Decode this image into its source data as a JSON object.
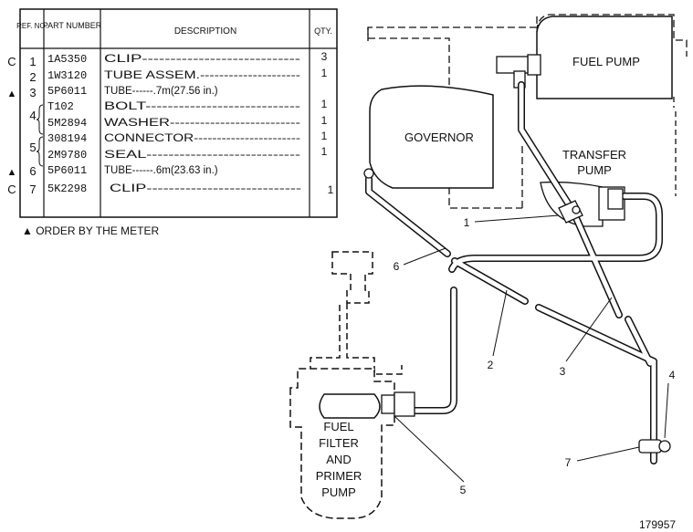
{
  "parts_table": {
    "headers": {
      "ref_no": "REF. NO.",
      "part_number": "PART NUMBER",
      "description": "DESCRIPTION",
      "qty": "QTY."
    },
    "rows": [
      {
        "mark": "C",
        "ref": "1",
        "part": "1A5350",
        "desc": "CLIP----------------------------",
        "qty": "3"
      },
      {
        "mark": "",
        "ref": "2",
        "part": "1W3120",
        "desc": "TUBE ASSEM.---------------------",
        "qty": "1"
      },
      {
        "mark": "▲",
        "ref": "3",
        "part": "5P6011",
        "desc": "TUBE------.7m(27.56 in.)",
        "qty": ""
      },
      {
        "mark": "",
        "ref": "4",
        "part": "T102",
        "desc": "BOLT----------------------------",
        "qty": "1"
      },
      {
        "mark": "",
        "ref": "",
        "part": "5M2894",
        "desc": "WASHER--------------------------",
        "qty": "1"
      },
      {
        "mark": "",
        "ref": "5",
        "part": "308194",
        "desc": "CONNECTOR-----------------------",
        "qty": "1"
      },
      {
        "mark": "",
        "ref": "",
        "part": "2M9780",
        "desc": "SEAL----------------------------",
        "qty": "1"
      },
      {
        "mark": "▲",
        "ref": "6",
        "part": "5P6011",
        "desc": "TUBE------.6m(23.63 in.)",
        "qty": ""
      },
      {
        "mark": "C",
        "ref": "7",
        "part": "5K2298",
        "desc": "CLIP----------------------------",
        "qty": "1"
      }
    ]
  },
  "footnote": "▲ ORDER BY THE METER",
  "components": {
    "fuel_pump": "FUEL PUMP",
    "governor": "GOVERNOR",
    "transfer_pump_1": "TRANSFER",
    "transfer_pump_2": "PUMP",
    "filter_1": "FUEL",
    "filter_2": "FILTER",
    "filter_3": "AND",
    "filter_4": "PRIMER",
    "filter_5": "PUMP"
  },
  "callouts": [
    "1",
    "2",
    "3",
    "4",
    "5",
    "6",
    "7"
  ],
  "figure_number": "179957"
}
